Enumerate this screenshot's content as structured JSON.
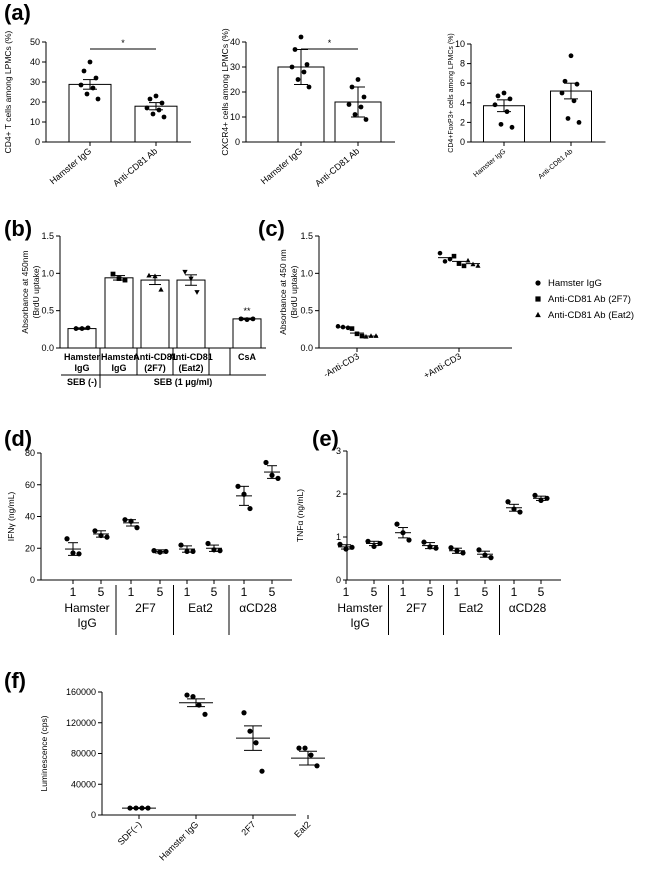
{
  "panel_labels": [
    "(a)",
    "(b)",
    "(c)",
    "(d)",
    "(e)",
    "(f)"
  ],
  "chart_data": [
    {
      "id": "a1",
      "type": "bar",
      "ylabel": "CD4+ T cells among LPMCs (%)",
      "ylim": [
        0,
        50
      ],
      "yticks": [
        "0",
        "10",
        "20",
        "30",
        "40",
        "50"
      ],
      "categories": [
        "Hamster IgG",
        "Anti-CD81 Ab"
      ],
      "values": [
        28.8,
        17.9
      ],
      "sem": [
        2.4,
        1.8
      ],
      "points": [
        [
          40,
          35.5,
          32,
          28.5,
          27,
          24,
          21.5
        ],
        [
          23,
          21.5,
          19.5,
          17,
          16,
          14,
          12.5
        ]
      ],
      "significance": "*"
    },
    {
      "id": "a2",
      "type": "bar",
      "ylabel": "CXCR4+ cells among LPMCs (%)",
      "ylim": [
        0,
        40
      ],
      "yticks": [
        "0",
        "10",
        "20",
        "30",
        "40"
      ],
      "categories": [
        "Hamster IgG",
        "Anti-CD81 Ab"
      ],
      "values": [
        30,
        16
      ],
      "sem": [
        7,
        6
      ],
      "points": [
        [
          42,
          37,
          31,
          30,
          28,
          25,
          22
        ],
        [
          25,
          22,
          18,
          15,
          14,
          11,
          9
        ]
      ],
      "significance": "*"
    },
    {
      "id": "a3",
      "type": "bar",
      "ylabel": "CD4+FoxP3+ cells among LPMCs (%)",
      "ylim": [
        0,
        10
      ],
      "yticks": [
        "0",
        "2",
        "4",
        "6",
        "8",
        "10"
      ],
      "categories": [
        "Hamster IgG",
        "Anti-CD81 Ab"
      ],
      "values": [
        3.7,
        5.2
      ],
      "sem": [
        0.6,
        0.8
      ],
      "points": [
        [
          5.0,
          4.7,
          4.4,
          3.8,
          3.1,
          1.8,
          1.5
        ],
        [
          8.8,
          6.2,
          5.9,
          5.0,
          4.2,
          2.4,
          2.0
        ]
      ]
    },
    {
      "id": "b",
      "type": "bar",
      "ylabel": [
        "Absorbance at 450nm",
        "(BrdU uptake)"
      ],
      "ylim": [
        0,
        1.5
      ],
      "yticks": [
        "0.0",
        "0.5",
        "1.0",
        "1.5"
      ],
      "categories": [
        [
          "Hamster",
          "IgG"
        ],
        [
          "Hamster",
          "IgG"
        ],
        [
          "Anti-CD81",
          "(2F7)"
        ],
        [
          "Anti-CD81",
          "(Eat2)"
        ],
        [
          "CsA"
        ]
      ],
      "values": [
        0.26,
        0.94,
        0.91,
        0.91,
        0.39
      ],
      "sem": [
        0.01,
        0.03,
        0.06,
        0.07,
        0.01
      ],
      "markers": [
        "circle",
        "square",
        "triangle",
        "triangle-down",
        "circle"
      ],
      "points": [
        [
          0.26,
          0.26,
          0.27
        ],
        [
          0.99,
          0.93,
          0.91
        ],
        [
          0.97,
          0.96,
          0.78
        ],
        [
          1.02,
          0.93,
          0.75
        ],
        [
          0.39,
          0.38,
          0.39
        ]
      ],
      "significance": [
        "",
        "",
        "",
        "",
        "**"
      ],
      "groups": [
        {
          "label": "SEB (-)"
        },
        {
          "label": "SEB (1 μg/ml)"
        }
      ]
    },
    {
      "id": "c",
      "type": "scatter",
      "ylabel": [
        "Absorbance at 450 nm",
        "(BrdU uptake)"
      ],
      "ylim": [
        0,
        1.5
      ],
      "yticks": [
        "0.0",
        "0.5",
        "1.0",
        "1.5"
      ],
      "categories": [
        "-Anti-CD3",
        "+Anti-CD3"
      ],
      "series": [
        {
          "name": "Hamster IgG",
          "marker": "circle",
          "values": [
            0.28,
            1.21
          ],
          "points": [
            [
              0.29,
              0.28,
              0.27
            ],
            [
              1.27,
              1.16,
              1.19
            ]
          ]
        },
        {
          "name": "Anti-CD81 Ab (2F7)",
          "marker": "square",
          "values": [
            0.2,
            1.16
          ],
          "points": [
            [
              0.26,
              0.19,
              0.16
            ],
            [
              1.23,
              1.13,
              1.1
            ]
          ]
        },
        {
          "name": "Anti-CD81 Ab (Eat2)",
          "marker": "triangle",
          "values": [
            0.16,
            1.13
          ],
          "points": [
            [
              0.15,
              0.16,
              0.16
            ],
            [
              1.17,
              1.12,
              1.1
            ]
          ]
        }
      ]
    },
    {
      "id": "d",
      "type": "scatter",
      "ylabel": "IFNγ (ng/mL)",
      "ylim": [
        0,
        80
      ],
      "yticks": [
        "0",
        "20",
        "40",
        "60",
        "80"
      ],
      "tick_labels": [
        "1",
        "5",
        "1",
        "5",
        "1",
        "5",
        "1",
        "5"
      ],
      "group_labels": [
        [
          "Hamster",
          "IgG"
        ],
        [
          "2F7"
        ],
        [
          "Eat2"
        ],
        [
          "αCD28"
        ]
      ],
      "values": [
        19.5,
        29,
        36,
        18,
        19.5,
        20,
        53,
        68
      ],
      "sem": [
        4,
        2,
        2,
        1,
        2,
        2,
        6,
        4
      ],
      "points": [
        [
          26,
          17,
          16.5
        ],
        [
          31,
          28,
          27
        ],
        [
          38,
          37,
          33
        ],
        [
          18.5,
          17.5,
          18
        ],
        [
          22,
          18,
          18
        ],
        [
          23,
          19,
          18.5
        ],
        [
          59,
          54,
          45
        ],
        [
          74,
          66,
          64
        ]
      ]
    },
    {
      "id": "e",
      "type": "scatter",
      "ylabel": "TNFα (ng/mL)",
      "ylim": [
        0,
        3
      ],
      "yticks": [
        "0",
        "1",
        "2",
        "3"
      ],
      "tick_labels": [
        "1",
        "5",
        "1",
        "5",
        "1",
        "5",
        "1",
        "5"
      ],
      "group_labels": [
        [
          "Hamster",
          "IgG"
        ],
        [
          "2F7"
        ],
        [
          "Eat2"
        ],
        [
          "αCD28"
        ]
      ],
      "values": [
        0.77,
        0.85,
        1.1,
        0.8,
        0.68,
        0.6,
        1.68,
        1.9
      ],
      "sem": [
        0.05,
        0.05,
        0.12,
        0.07,
        0.06,
        0.07,
        0.08,
        0.05
      ],
      "points": [
        [
          0.83,
          0.72,
          0.76
        ],
        [
          0.9,
          0.78,
          0.85
        ],
        [
          1.3,
          1.1,
          0.93
        ],
        [
          0.88,
          0.77,
          0.74
        ],
        [
          0.75,
          0.68,
          0.63
        ],
        [
          0.7,
          0.58,
          0.52
        ],
        [
          1.82,
          1.65,
          1.58
        ],
        [
          1.97,
          1.85,
          1.9
        ]
      ]
    },
    {
      "id": "f",
      "type": "scatter",
      "ylabel": "Luminescence (cps)",
      "ylim": [
        0,
        160000
      ],
      "yticks": [
        "0",
        "40000",
        "80000",
        "120000",
        "160000"
      ],
      "categories": [
        "SDF(−)",
        "Hamster IgG",
        "2F7",
        "Eat2"
      ],
      "values": [
        9000,
        146000,
        100000,
        74000
      ],
      "sem": [
        500,
        5000,
        16000,
        9000
      ],
      "points": [
        [
          9000,
          9000,
          9000,
          9000
        ],
        [
          156000,
          154000,
          143000,
          131000
        ],
        [
          133000,
          109000,
          94000,
          57000
        ],
        [
          87000,
          87000,
          78000,
          64000
        ]
      ]
    }
  ]
}
